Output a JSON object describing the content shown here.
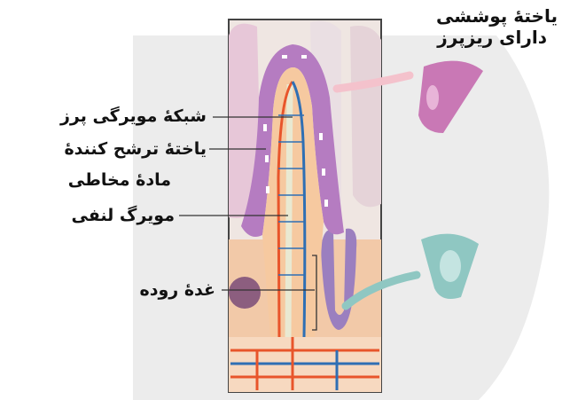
{
  "labels": {
    "villus_capillary_network": "شبکهٔ مویرگی پرز",
    "mucus_secreting_cell_line1": "یاختهٔ ترشح کنندهٔ",
    "mucus_secreting_cell_line2": "مادهٔ مخاطی",
    "lymph_capillary": "مویرگ لنفی",
    "intestinal_gland": "غدهٔ روده",
    "epithelial_cell_line1": "یاختهٔ پوششی",
    "epithelial_cell_line2": "دارای ریزپرز"
  },
  "colors": {
    "villus_epithelium": "#b57cc1",
    "villus_core": "#f6c9a0",
    "artery": "#e8552b",
    "vein": "#2f6fb4",
    "lymph": "#e9e9d2",
    "epithelial_cell": "#c978b5",
    "mucus_cell": "#8fc7c2",
    "backdrop": "#e3e3e3"
  }
}
